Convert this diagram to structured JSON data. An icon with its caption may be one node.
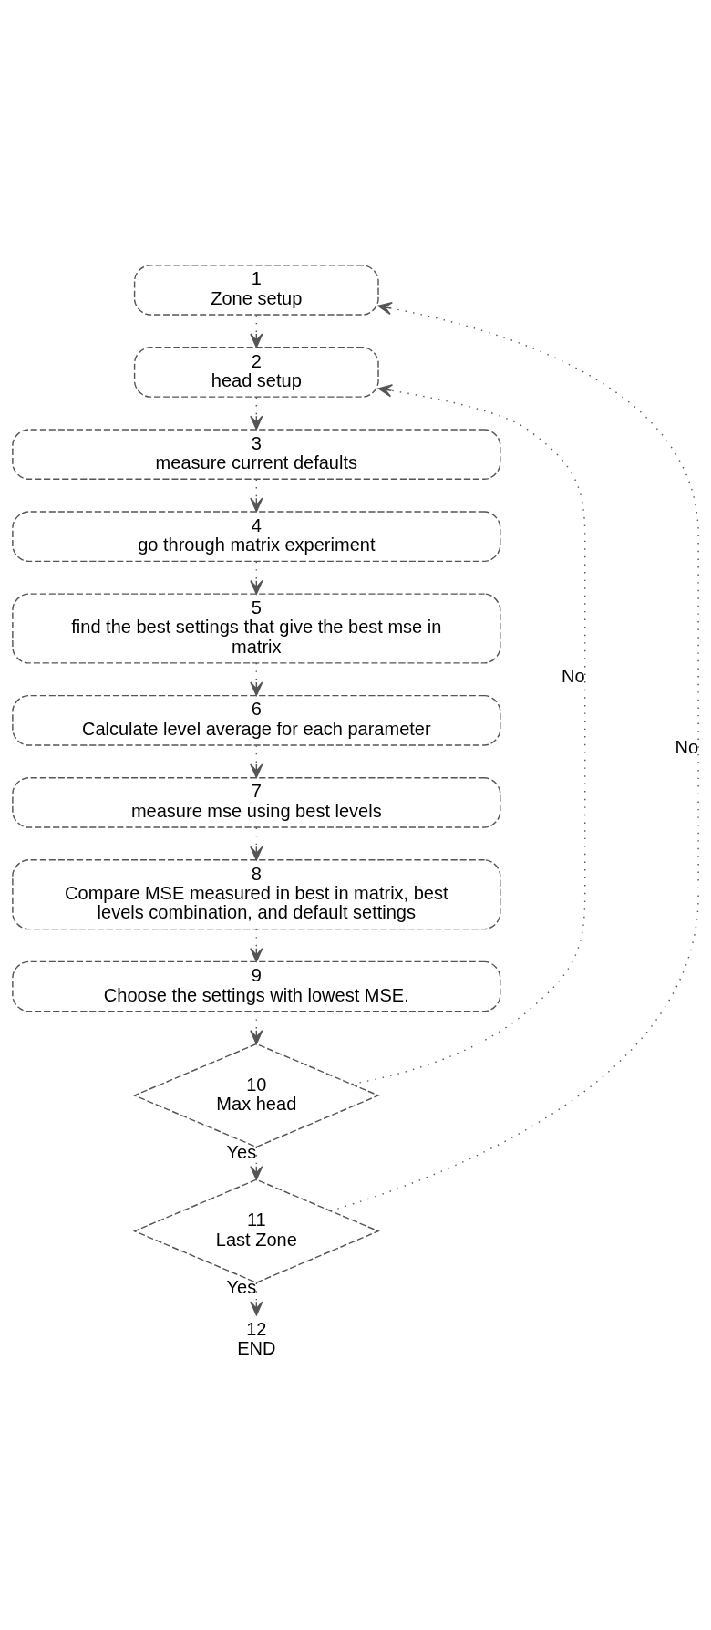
{
  "diagram": {
    "nodes": [
      {
        "text": [
          "1",
          "Zone setup"
        ]
      },
      {
        "text": [
          "2",
          "head setup"
        ]
      },
      {
        "text": [
          "3",
          "measure current defaults"
        ]
      },
      {
        "text": [
          "4",
          "go through matrix experiment"
        ]
      },
      {
        "text": [
          "5",
          "find the best settings that give the best mse in matrix"
        ]
      },
      {
        "text": [
          "6",
          "Calculate level average for each parameter"
        ]
      },
      {
        "text": [
          "7",
          "measure mse using best levels"
        ]
      },
      {
        "text": [
          "8",
          "Compare MSE measured in best in matrix, best levels combination, and default settings"
        ]
      },
      {
        "text": [
          "9",
          "Choose the settings with lowest MSE."
        ]
      },
      {
        "text": [
          "10",
          "Max head"
        ]
      },
      {
        "text": [
          "11",
          "Last Zone"
        ]
      },
      {
        "text": [
          "12",
          "END"
        ]
      }
    ],
    "edges": [
      {
        "from": 0,
        "to": 1,
        "arrow": "to"
      },
      {
        "from": 1,
        "to": 2,
        "arrow": "to"
      },
      {
        "from": 2,
        "to": 3,
        "arrow": "to"
      },
      {
        "from": 3,
        "to": 4,
        "arrow": "to"
      },
      {
        "from": 4,
        "to": 5,
        "arrow": "to"
      },
      {
        "from": 5,
        "to": 6,
        "arrow": "to"
      },
      {
        "from": 6,
        "to": 7,
        "arrow": "to"
      },
      {
        "from": 7,
        "to": 8,
        "arrow": "to"
      },
      {
        "from": 8,
        "to": 9,
        "arrow": "to"
      },
      {
        "from": 9,
        "to": 10,
        "arrow": "to",
        "label": "Yes"
      },
      {
        "from": 9,
        "to": 1,
        "arrow": "to",
        "label": "No"
      },
      {
        "from": 10,
        "to": 11,
        "arrow": "to",
        "label": "Yes"
      },
      {
        "from": 10,
        "to": 0,
        "arrow": "to",
        "label": "No"
      }
    ]
  }
}
